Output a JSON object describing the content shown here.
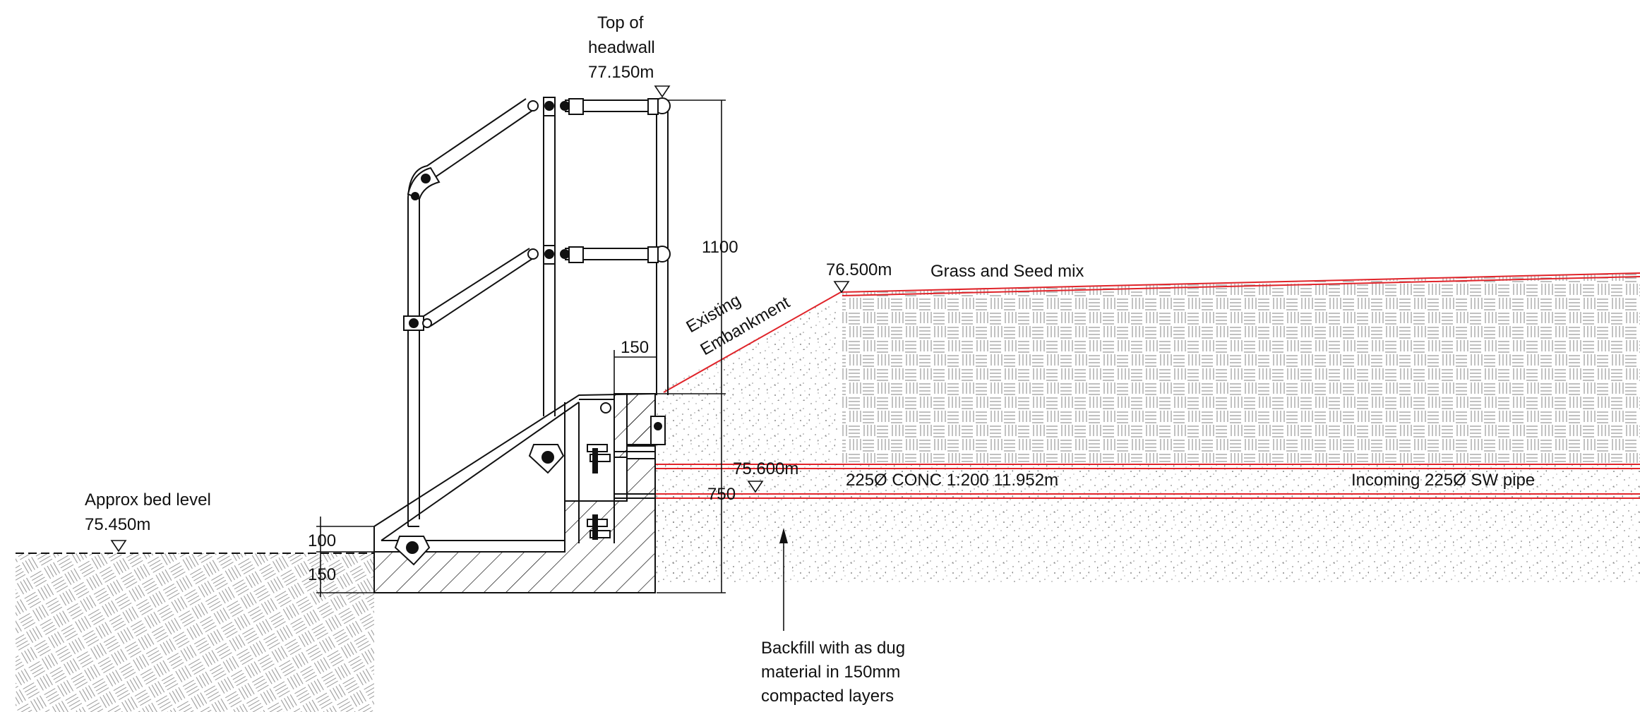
{
  "labels": {
    "top_of_headwall_line1": "Top of",
    "top_of_headwall_line2": "headwall",
    "top_of_headwall_level": "77.150m",
    "dim_1100": "1100",
    "dim_150_top": "150",
    "existing_embankment_line1": "Existing",
    "existing_embankment_line2": "Embankment",
    "embankment_level": "76.500m",
    "grass_seed": "Grass and Seed mix",
    "pipe_invert_level": "75.600m",
    "pipe_spec": "225Ø CONC 1:200 11.952m",
    "incoming_pipe": "Incoming 225Ø SW pipe",
    "dim_750": "750",
    "bed_level_line1": "Approx bed level",
    "bed_level_value": "75.450m",
    "dim_100": "100",
    "dim_150_bottom": "150",
    "backfill_line1": "Backfill with as dug",
    "backfill_line2": "material in 150mm",
    "backfill_line3": "compacted layers"
  },
  "colors": {
    "line": "#111111",
    "red_line": "#e0242a",
    "hatch": "#9a9a9a",
    "speckle": "#8a8a8a"
  }
}
